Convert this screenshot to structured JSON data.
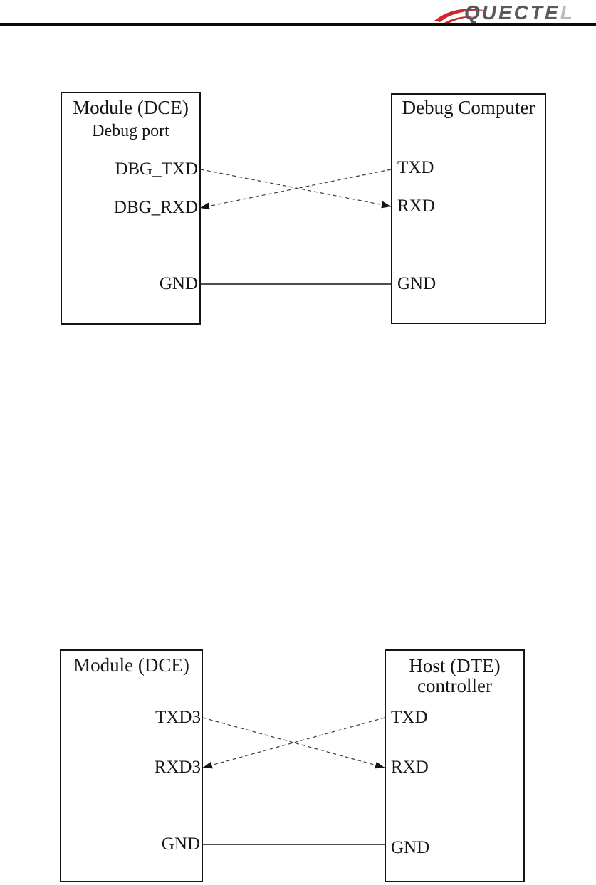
{
  "header": {
    "logo": {
      "text_primary": "QUECTE",
      "text_secondary": "L"
    }
  },
  "colors": {
    "logo_dark": "#58595b",
    "logo_light": "#b9babc",
    "logo_swoosh": "#cf2730",
    "line_color": "#3a3a3a",
    "rule_color": "#0b0b0b"
  },
  "figure1": {
    "left_box": {
      "title": "Module (DCE)",
      "subtitle": "Debug port",
      "pins": [
        "DBG_TXD",
        "DBG_RXD",
        "GND"
      ]
    },
    "right_box": {
      "title": "Debug Computer",
      "pins": [
        "TXD",
        "RXD",
        "GND"
      ]
    },
    "connections": [
      {
        "from": "DBG_TXD",
        "to": "RXD",
        "style": "dashed",
        "arrow": "into-right-box"
      },
      {
        "from": "TXD",
        "to": "DBG_RXD",
        "style": "dashed",
        "arrow": "into-left-box"
      },
      {
        "from": "GND",
        "to": "GND",
        "style": "solid",
        "arrow": "none"
      }
    ]
  },
  "figure2": {
    "left_box": {
      "title": "Module (DCE)",
      "pins": [
        "TXD3",
        "RXD3",
        "GND"
      ]
    },
    "right_box": {
      "title": "Host (DTE)",
      "subtitle": "controller",
      "pins": [
        "TXD",
        "RXD",
        "GND"
      ]
    },
    "connections": [
      {
        "from": "TXD3",
        "to": "RXD",
        "style": "dashed",
        "arrow": "into-right-box"
      },
      {
        "from": "TXD",
        "to": "RXD3",
        "style": "dashed",
        "arrow": "into-left-box"
      },
      {
        "from": "GND",
        "to": "GND",
        "style": "solid",
        "arrow": "none"
      }
    ]
  }
}
